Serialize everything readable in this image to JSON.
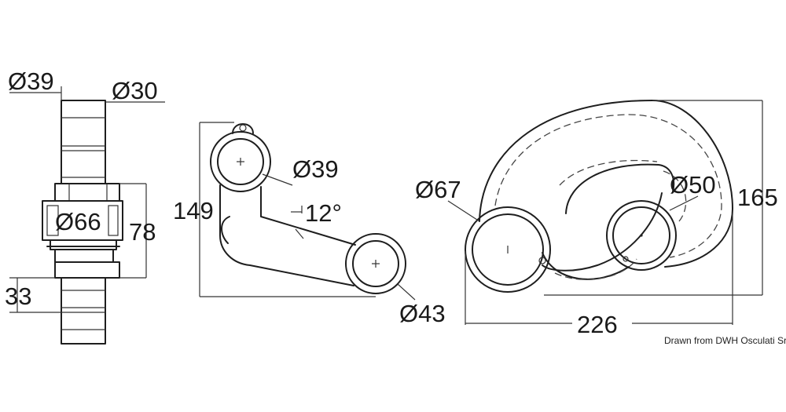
{
  "labels": {
    "d39_left": "Ø39",
    "d30": "Ø30",
    "d66": "Ø66",
    "h78": "78",
    "h33": "33",
    "h149": "149",
    "d39_mid": "Ø39",
    "angle12": "12°",
    "d43": "Ø43",
    "d67": "Ø67",
    "d50": "Ø50",
    "h165": "165",
    "w226": "226"
  },
  "credit": "Drawn from DWH Osculati Srl"
}
